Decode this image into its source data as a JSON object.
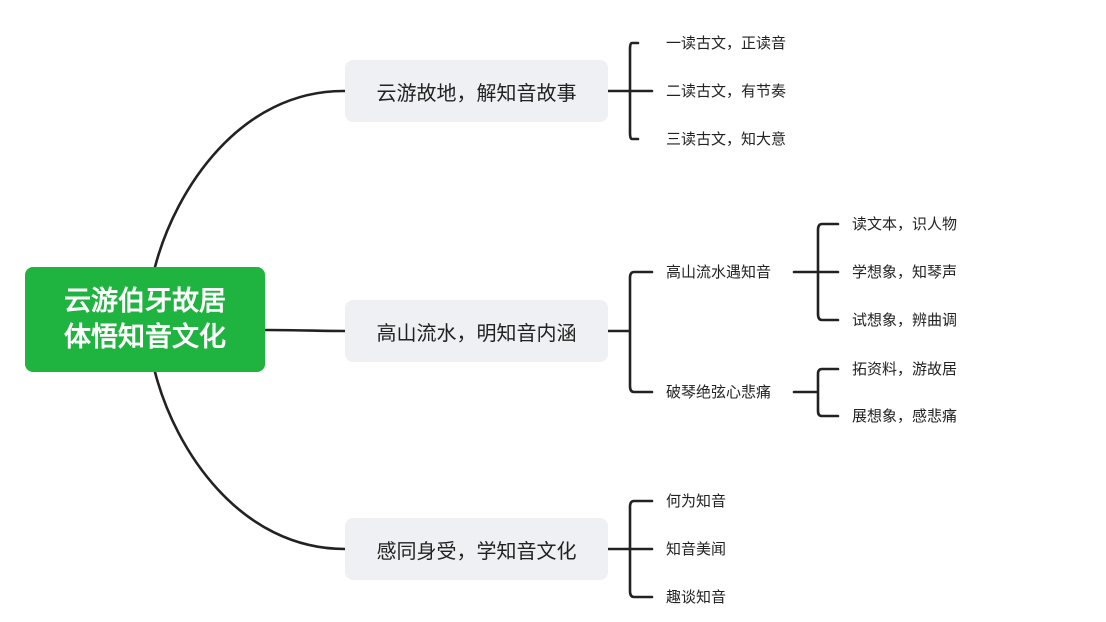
{
  "root": {
    "line1": "云游伯牙故居",
    "line2": "体悟知音文化"
  },
  "branches": [
    {
      "label": "云游故地，解知音故事",
      "children": [
        "一读古文，正读音",
        "二读古文，有节奏",
        "三读古文，知大意"
      ]
    },
    {
      "label": "高山流水，明知音内涵",
      "children": [
        {
          "label": "高山流水遇知音",
          "children": [
            "读文本，识人物",
            "学想象，知琴声",
            "试想象，辨曲调"
          ]
        },
        {
          "label": "破琴绝弦心悲痛",
          "children": [
            "拓资料，游故居",
            "展想象，感悲痛"
          ]
        }
      ]
    },
    {
      "label": "感同身受，学知音文化",
      "children": [
        "何为知音",
        "知音美闻",
        "趣谈知音"
      ]
    }
  ],
  "colors": {
    "root_fill": "#1fb33f",
    "branch_fill": "#eef0f3",
    "connector": "#222222"
  }
}
